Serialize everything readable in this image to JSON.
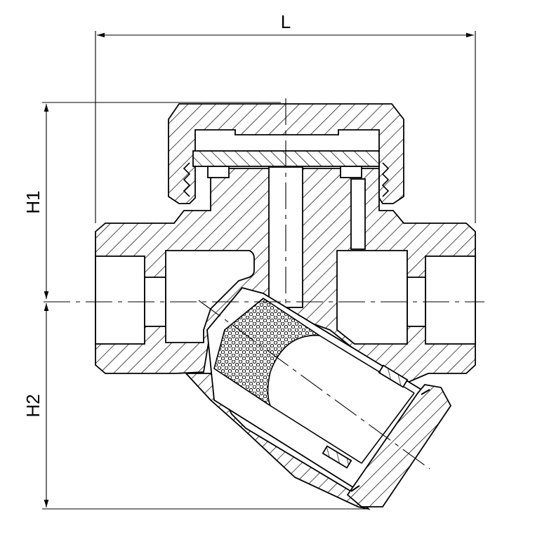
{
  "dimensions": {
    "length_label": "L",
    "height_top_label": "H1",
    "height_bottom_label": "H2"
  }
}
